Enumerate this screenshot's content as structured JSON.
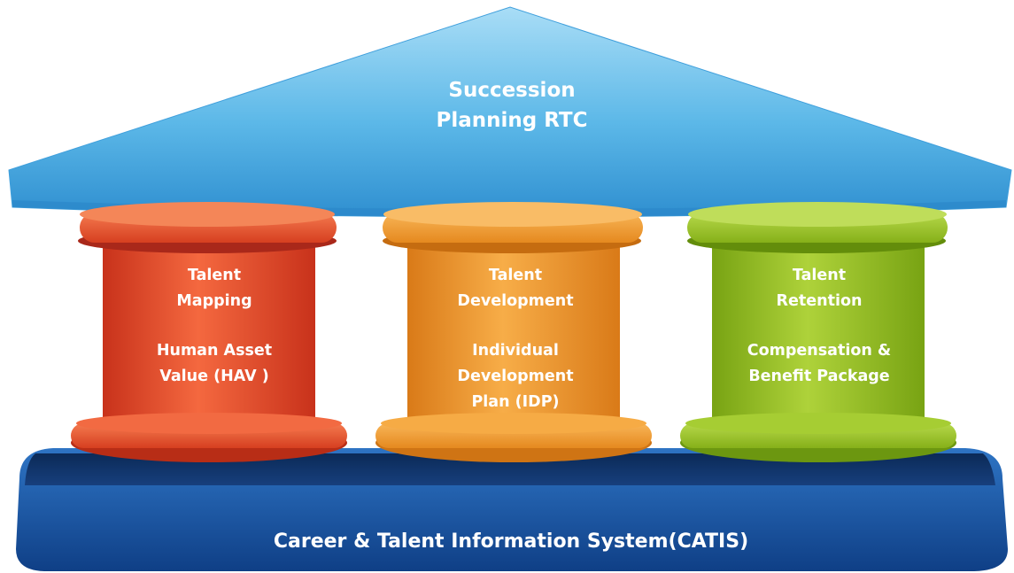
{
  "roof": {
    "line1": "Succession",
    "line2": "Planning RTC",
    "color": "#5cb8e8"
  },
  "pillars": [
    {
      "title_line1": "Talent",
      "title_line2": "Mapping",
      "desc_lines": [
        "Human Asset",
        "Value (HAV )"
      ],
      "color": "#f0512b"
    },
    {
      "title_line1": "Talent",
      "title_line2": "Development",
      "desc_lines": [
        "Individual",
        "Development",
        "Plan (IDP)"
      ],
      "color": "#f39b2c"
    },
    {
      "title_line1": "Talent",
      "title_line2": "Retention",
      "desc_lines": [
        "Compensation &",
        "Benefit Package"
      ],
      "color": "#97c11e"
    }
  ],
  "base": {
    "label": "Career & Talent Information System(CATIS)",
    "color": "#1f5aa8"
  }
}
